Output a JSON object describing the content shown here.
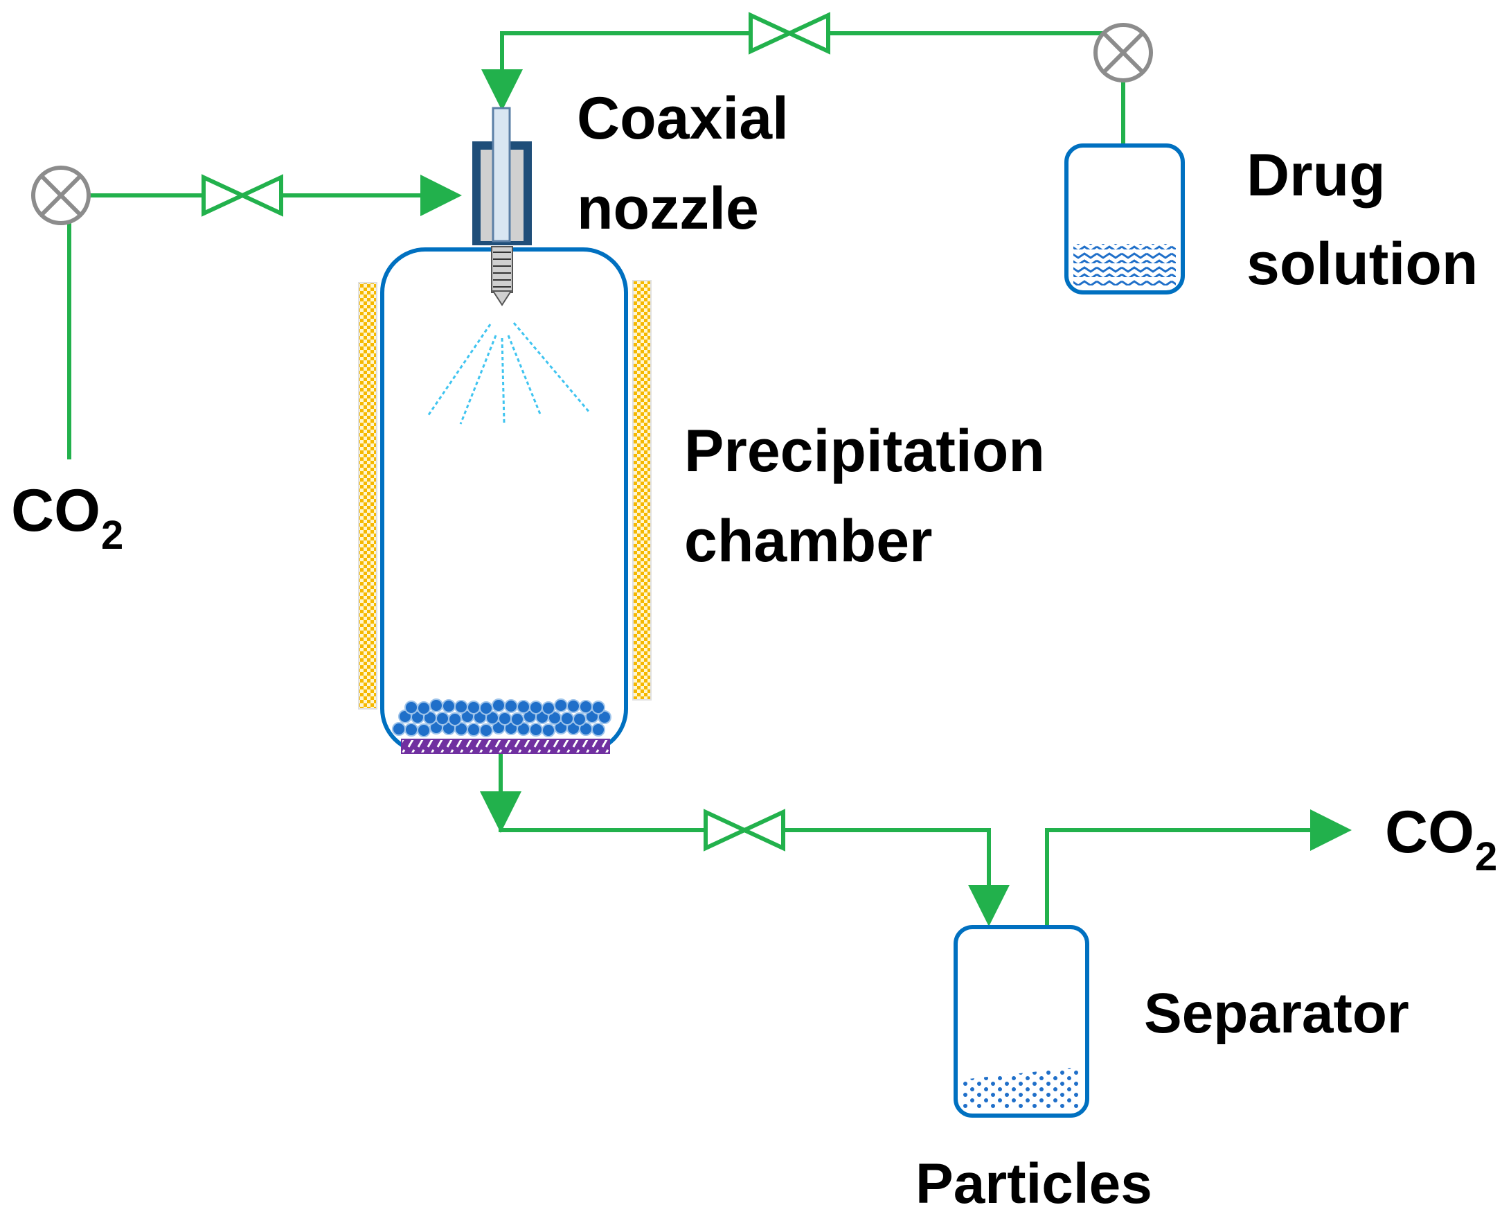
{
  "labels": {
    "coaxial_nozzle_line1": "Coaxial",
    "coaxial_nozzle_line2": "nozzle",
    "drug_solution_line1": "Drug",
    "drug_solution_line2": "solution",
    "precipitation_chamber_line1": "Precipitation",
    "precipitation_chamber_line2": "chamber",
    "separator": "Separator",
    "particles": "Particles",
    "co2_inlet": "CO",
    "co2_inlet_sub": "2",
    "co2_outlet": "CO",
    "co2_outlet_sub": "2"
  },
  "colors": {
    "pipe": "#22b14c",
    "vessel_outline": "#0070c0",
    "nozzle_body": "#1f4e79",
    "nozzle_fill": "#d0d0d0",
    "spray": "#3fc4f0",
    "heater_jacket": "#f5b800",
    "filter": "#7030a0",
    "particles": "#1f6fc9",
    "pump_symbol": "#8c8c8c"
  },
  "icons": {
    "pump": "circle-cross-icon",
    "valve": "bowtie-valve-icon"
  }
}
